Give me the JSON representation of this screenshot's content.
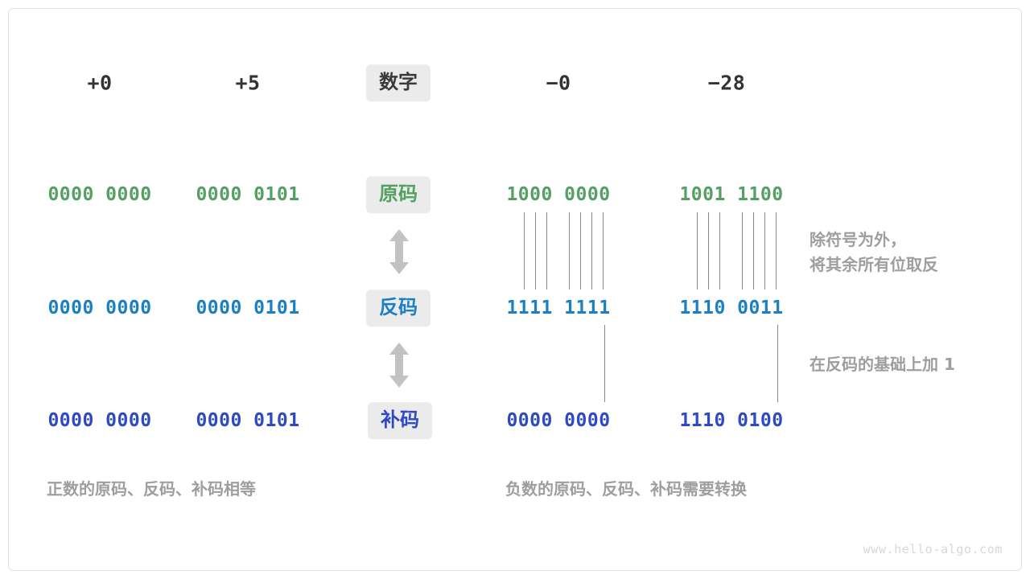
{
  "diagram": {
    "title_row_label": "数字",
    "watermark": "www.hello-algo.com",
    "colors": {
      "green": "#54a063",
      "blue": "#1b7fc4",
      "indigo": "#2f49c4",
      "gray_text": "#9e9e9e",
      "dark_text": "#3a3a3a",
      "badge_bg": "#ebebeb",
      "line": "#8a8a8a",
      "arrow": "#c2c2c2",
      "frame_border": "#e2e2e2"
    },
    "columns": [
      {
        "header": "+0",
        "sign": "positive"
      },
      {
        "header": "+5",
        "sign": "positive"
      },
      {
        "header": "−0",
        "sign": "negative"
      },
      {
        "header": "−28",
        "sign": "negative"
      }
    ],
    "rows": [
      {
        "label": "原码",
        "label_color": "green",
        "values": [
          "0000 0000",
          "0000 0101",
          "1000 0000",
          "1001 1100"
        ]
      },
      {
        "label": "反码",
        "label_color": "blue",
        "values": [
          "0000 0000",
          "0000 0101",
          "1111 1111",
          "1110 0011"
        ]
      },
      {
        "label": "补码",
        "label_color": "indigo",
        "values": [
          "0000 0000",
          "0000 0101",
          "0000 0000",
          "1110 0100"
        ]
      }
    ],
    "annotations": {
      "step1": "除符号为外，\n将其余所有位取反",
      "step2": "在反码的基础上加  1"
    },
    "captions": {
      "left": "正数的原码、反码、补码相等",
      "right": "负数的原码、反码、补码需要转换"
    },
    "arrows": {
      "between_row1_row2": "double-arrow-vertical",
      "between_row2_row3": "double-arrow-vertical"
    }
  }
}
